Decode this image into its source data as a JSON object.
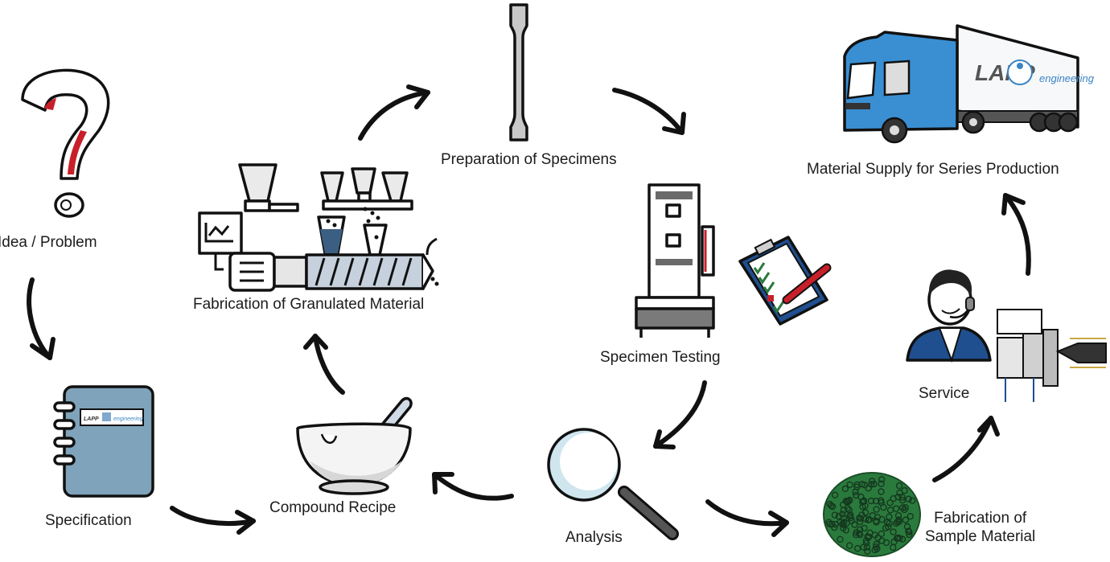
{
  "diagram": {
    "title": "",
    "stages": [
      {
        "id": "idea",
        "label": "Idea / Problem",
        "icon": "question-mark-icon"
      },
      {
        "id": "specification",
        "label": "Specification",
        "icon": "notebook-icon"
      },
      {
        "id": "compound",
        "label": "Compound Recipe",
        "icon": "mortar-pestle-icon"
      },
      {
        "id": "granulate",
        "label": "Fabrication of Granulated Material",
        "icon": "extruder-icon"
      },
      {
        "id": "specimens",
        "label": "Preparation of Specimens",
        "icon": "tensile-specimen-icon"
      },
      {
        "id": "testing",
        "label": "Specimen Testing",
        "icon": "testing-machine-icon"
      },
      {
        "id": "analysis",
        "label": "Analysis",
        "icon": "magnifier-icon"
      },
      {
        "id": "sample",
        "label_line1": "Fabrication of",
        "label_line2": "Sample Material",
        "icon": "granules-icon"
      },
      {
        "id": "service",
        "label": "Service",
        "icon": "service-agent-icon"
      },
      {
        "id": "supply",
        "label": "Material Supply for Series Production",
        "icon": "truck-icon"
      }
    ],
    "flows": [
      {
        "from": "idea",
        "to": "specification"
      },
      {
        "from": "specification",
        "to": "compound"
      },
      {
        "from": "compound",
        "to": "granulate"
      },
      {
        "from": "granulate",
        "to": "specimens"
      },
      {
        "from": "specimens",
        "to": "testing"
      },
      {
        "from": "testing",
        "to": "analysis"
      },
      {
        "from": "analysis",
        "to": "compound"
      },
      {
        "from": "analysis",
        "to": "sample"
      },
      {
        "from": "sample",
        "to": "service"
      },
      {
        "from": "service",
        "to": "supply"
      }
    ],
    "branding": {
      "brand": "LAPP",
      "sub": "engineering"
    },
    "colors": {
      "accent_red": "#c8202a",
      "notebook_blue": "#7ea3ba",
      "truck_blue": "#3a8fd3",
      "brand_blue": "#3b84c4",
      "granule_green": "#2b7a3d",
      "suit_blue": "#1f4f8f"
    }
  }
}
